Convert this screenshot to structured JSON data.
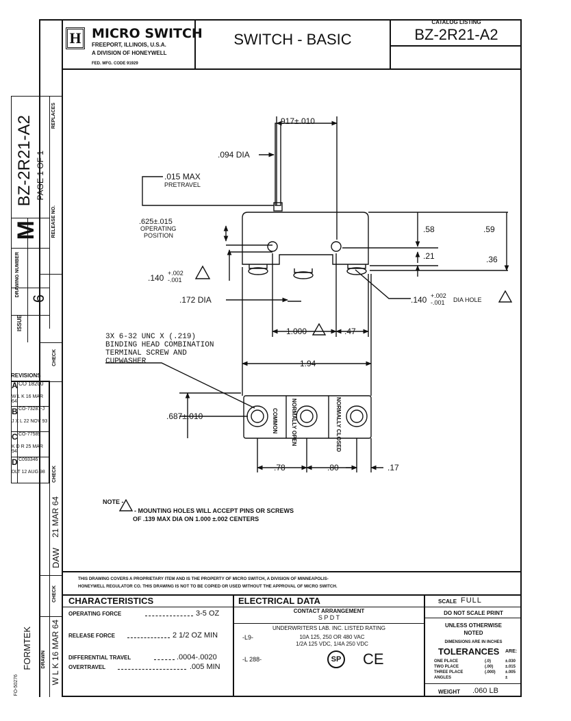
{
  "header": {
    "logo_letter": "H",
    "company": "MICRO SWITCH",
    "location": "FREEPORT, ILLINOIS, U.S.A.",
    "division": "A DIVISION OF HONEYWELL",
    "fed_code": "FED. MFG. CODE 91929",
    "title": "SWITCH - BASIC",
    "catalog_label": "CATALOG LISTING",
    "catalog_number": "BZ-2R21-A2"
  },
  "sidebar": {
    "replaces_label": "REPLACES",
    "release_label": "RELEASE NO.",
    "part_number": "BZ-2R21-A2",
    "page": "PAGE 1 OF 1",
    "m_letter": "M",
    "drawing_number_label": "DRAWING NUMBER",
    "issue_label": "ISSUE",
    "issue_value": "6",
    "check_label": "CHECK",
    "revisions_label": "REVISIONS",
    "revisions": [
      {
        "letter": "A",
        "co": "CO 18200",
        "by": "W L K 16 MAR 64"
      },
      {
        "letter": "B",
        "co": "CO-73287-J",
        "by": "J X L 22 NOV 93"
      },
      {
        "letter": "C",
        "co": "CO-77589",
        "by": "K D R 25 MAR 94"
      },
      {
        "letter": "D",
        "co": "C093346",
        "by": "DLT 12 AUG 98"
      }
    ],
    "check2_label": "CHECK",
    "date_vertical": "21 MAR 64",
    "initials_vertical": "DAW",
    "check3_label": "CHECK",
    "drawn_label": "DRAWN",
    "drawn_by": "W L K 16 MAR 64",
    "formtek": "FORMTEK",
    "form_no": "FO-50276"
  },
  "dims": {
    "d917": "917±.010",
    "d094": ".094 DIA",
    "d015": ".015 MAX",
    "pretravel": "PRETRAVEL",
    "d625": ".625±.015",
    "operating": "OPERATING",
    "position": "POSITION",
    "d140": ".140",
    "tol_plus": "+.002",
    "tol_minus": "-.001",
    "d172": ".172 DIA",
    "d058": ".58",
    "d059": ".59",
    "d021": ".21",
    "d036": ".36",
    "hole": "DIA HOLE",
    "d1000": "1.000",
    "d047": ".47",
    "screw_note": [
      "3X 6-32 UNC X (.219)",
      "BINDING HEAD COMBINATION",
      "TERMINAL SCREW AND",
      "CUPWASHER"
    ],
    "d194": "1.94",
    "d687": ".687±.010",
    "d078": ".78",
    "d080": ".80",
    "d017": ".17",
    "term_common": "COMMON",
    "term_no": "NORMALLY OPEN",
    "term_nc": "NORMALLY CLOSED",
    "note_label": "NOTE -",
    "note_line1": "- MOUNTING HOLES WILL ACCEPT PINS OR SCREWS",
    "note_line2": "OF .139 MAX DIA ON 1.000 ±.002 CENTERS"
  },
  "proprietary": {
    "line1": "THIS DRAWING COVERS A PROPRIETARY ITEM AND IS THE PROPERTY OF MICRO SWITCH, A DIVISION OF MINNEAPOLIS-",
    "line2": "HONEYWELL REGULATOR CO. THIS DRAWING IS NOT TO BE COPIED OR USED WITHOUT THE APPROVAL OF MICRO SWITCH."
  },
  "characteristics": {
    "title": "CHARACTERISTICS",
    "rows": [
      {
        "label": "OPERATING FORCE",
        "value": "3-5 OZ"
      },
      {
        "label": "RELEASE FORCE",
        "value": "2 1/2 OZ MIN"
      },
      {
        "label": "DIFFERENTIAL TRAVEL",
        "value": ".0004-.0020"
      },
      {
        "label": "OVERTRAVEL",
        "value": ".005 MIN"
      }
    ]
  },
  "electrical": {
    "title": "ELECTRICAL DATA",
    "contact_label": "CONTACT ARRANGEMENT",
    "contact_value": "S P D T",
    "ul_label": "UNDERWRITERS LAB. INC. LISTED RATING",
    "code1": "-L9-",
    "rating1": "10A 125, 250 OR 480 VAC",
    "rating2": "1/2A 125 VDC, 1/4A 250 VDC",
    "code2": "-L 288-",
    "ce": "CE",
    "csa": "SP"
  },
  "scale": {
    "scale_label": "SCALE",
    "scale_value": "FULL",
    "no_scale": "DO NOT SCALE PRINT",
    "unless": "UNLESS OTHERWISE",
    "noted": "NOTED",
    "inches": "DIMENSIONS ARE IN INCHES",
    "tolerances": "TOLERANCES",
    "are": "ARE:",
    "tol_rows": [
      {
        "label": "ONE PLACE",
        "p": "(.0)",
        "v": "±.030"
      },
      {
        "label": "TWO PLACE",
        "p": "(.00)",
        "v": "±.015"
      },
      {
        "label": "THREE PLACE",
        "p": "(.000)",
        "v": "±.005"
      },
      {
        "label": "ANGLES",
        "p": "",
        "v": "±"
      }
    ],
    "weight_label": "WEIGHT",
    "weight_value": ".060 LB"
  }
}
